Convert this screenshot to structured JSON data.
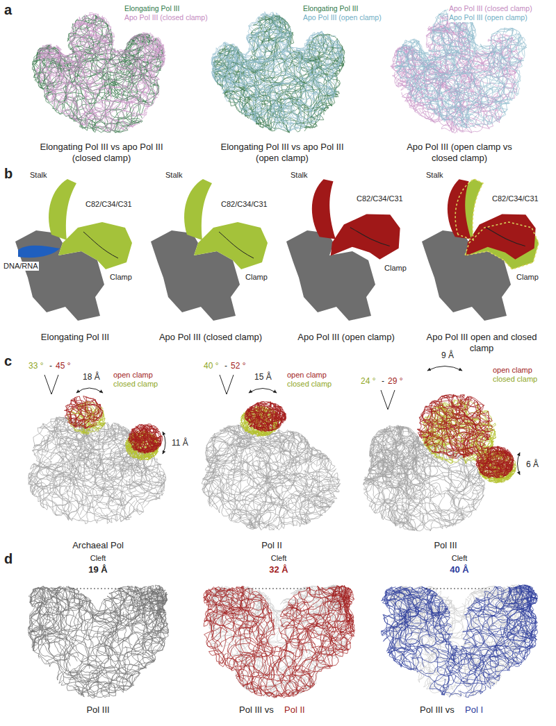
{
  "diagram": {
    "labels": [
      "a",
      "Elongating Pol III",
      "Apo Pol III (closed clamp)",
      "Elongating Pol III",
      "Apo Pol III (open clamp)",
      "Apo Pol III (closed clamp)",
      "Apo Pol III (open clamp)",
      "Elongating Pol III vs apo Pol III (closed clamp)",
      "Elongating Pol III vs apo Pol III (open clamp)",
      "Apo Pol III (open clamp vs closed clamp)",
      "b",
      "Stalk",
      "C82/C34/C31",
      "Clamp",
      "DNA/RNA",
      "Elongating Pol III",
      "Stalk",
      "C82/C34/C31",
      "Clamp",
      "Apo Pol III (closed clamp)",
      "Stalk",
      "C82/C34/C31",
      "Clamp",
      "Apo Pol III (open clamp)",
      "Stalk",
      "C82/C34/C31",
      "Clamp",
      "Apo Pol III open and closed clamp",
      "c",
      "33 °",
      "-",
      "45 °",
      "18 Å",
      "11 Å",
      "open clamp",
      "closed clamp",
      "Archaeal Pol",
      "40 °",
      "-",
      "52 °",
      "15 Å",
      "open clamp",
      "closed clamp",
      "Pol II",
      "24 °",
      "-",
      "29 °",
      "9 Å",
      "6 Å",
      "open clamp",
      "closed clamp",
      "Pol III",
      "d",
      "Cleft",
      "19 Å",
      "Pol III",
      "Cleft",
      "32 Å",
      "Pol III vs",
      "Pol II",
      "Cleft",
      "40 Å",
      "Pol III vs",
      "Pol I"
    ]
  }
}
